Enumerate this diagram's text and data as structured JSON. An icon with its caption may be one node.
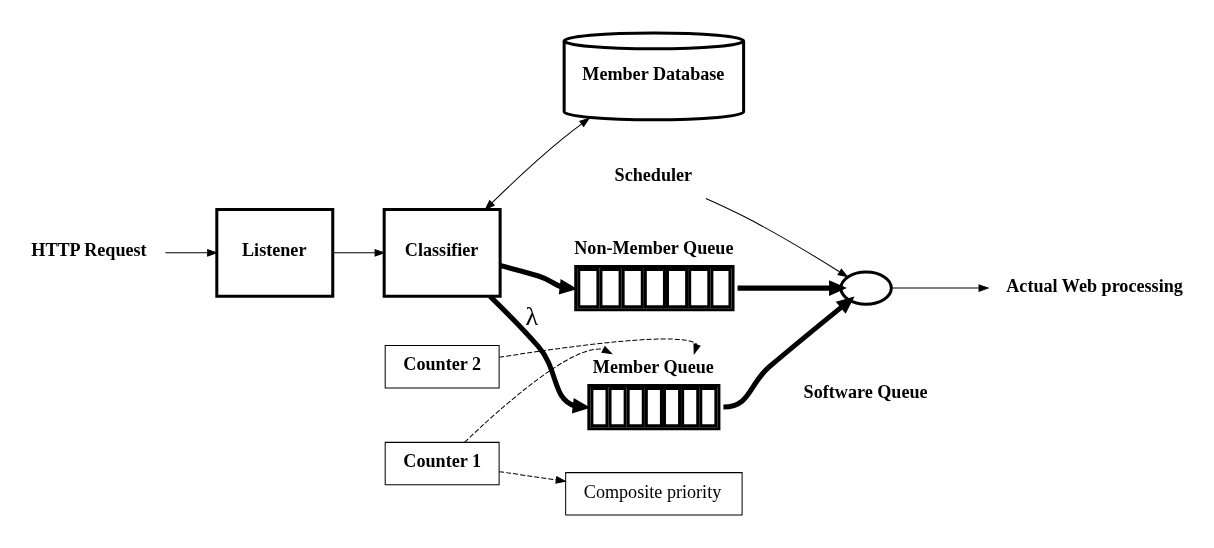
{
  "diagram": {
    "nodes": [
      {
        "text": [
          "HTTP Request"
        ]
      },
      {
        "text": [
          "Listener"
        ]
      },
      {
        "text": [
          "Classifier"
        ]
      },
      {
        "text": [
          "Member Database"
        ]
      },
      {
        "text": [
          "Counter 1"
        ]
      },
      {
        "text": [
          "Counter 2"
        ]
      },
      {
        "text": [],
        "shape": "box",
        "beside": [
          "Member Queue"
        ]
      },
      {
        "text": [],
        "shape": "box",
        "beside": [
          "Non-Member Queue"
        ]
      },
      {
        "text": [],
        "shape": "circle"
      },
      {
        "text": [
          "Actual Web processing"
        ]
      },
      {
        "text": [
          "Scheduler"
        ]
      },
      {
        "text": [
          "Composite priority"
        ]
      }
    ],
    "edges": [
      {
        "from": 0,
        "to": 1,
        "arrow": "to"
      },
      {
        "from": 1,
        "to": 2,
        "arrow": "to"
      },
      {
        "from": 2,
        "to": 3,
        "arrow": "both"
      },
      {
        "from": 2,
        "to": 6,
        "arrow": "to",
        "label": "λ",
        "style": "thick"
      },
      {
        "from": 2,
        "to": 7,
        "arrow": "to",
        "style": "thick"
      },
      {
        "from": 4,
        "to": 6,
        "arrow": "to",
        "style": "dashed"
      },
      {
        "from": 5,
        "to": 6,
        "arrow": "to",
        "style": "dashed"
      },
      {
        "from": 4,
        "to": 11,
        "arrow": "to",
        "style": "dashed"
      },
      {
        "from": 6,
        "to": 8,
        "arrow": "to",
        "style": "thick"
      },
      {
        "from": 7,
        "to": 8,
        "arrow": "to",
        "style": "thick"
      },
      {
        "from": 8,
        "to": 9,
        "arrow": "to"
      },
      {
        "from": 10,
        "to": 8,
        "arrow": "to"
      }
    ],
    "labels": [
      "Software Queue"
    ]
  }
}
